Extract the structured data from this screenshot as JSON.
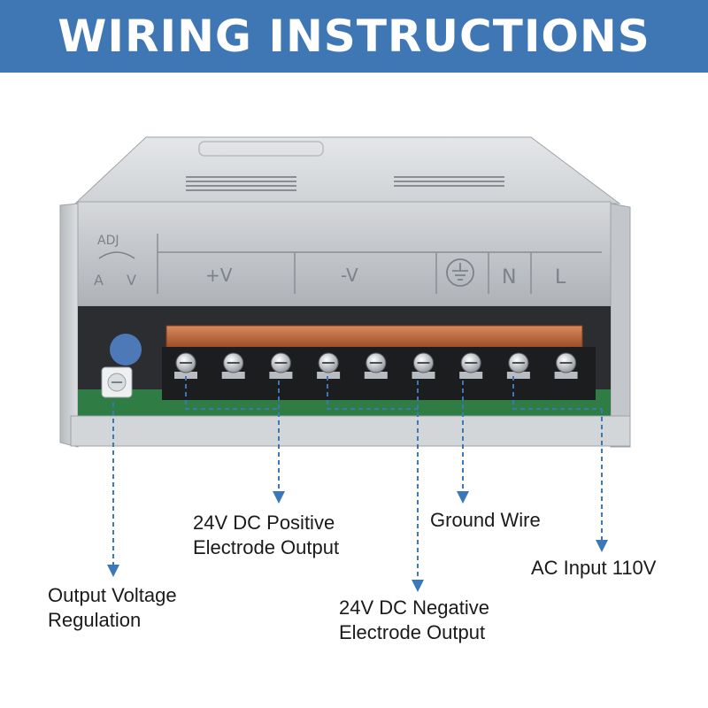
{
  "banner": {
    "title": "WIRING INSTRUCTIONS",
    "color": "#3f77b5"
  },
  "panel": {
    "adj_label": "ADJ",
    "a_label": "A",
    "v_label": "V",
    "pos_label": "+V",
    "neg_label": "-V",
    "n_label": "N",
    "l_label": "L"
  },
  "callouts": {
    "positive": {
      "line1": "24V DC Positive",
      "line2": "Electrode Output"
    },
    "ground": {
      "line1": "Ground Wire"
    },
    "ac_input": {
      "line1": "AC Input 110V"
    },
    "regulation": {
      "line1": "Output Voltage",
      "line2": "Regulation"
    },
    "negative": {
      "line1": "24V DC Negative",
      "line2": "Electrode Output"
    }
  },
  "colors": {
    "leader": "#3a78b8",
    "terminal_cover": "#c86a3a",
    "pcb": "#2f7d45",
    "housing": "#c9ccd0"
  }
}
